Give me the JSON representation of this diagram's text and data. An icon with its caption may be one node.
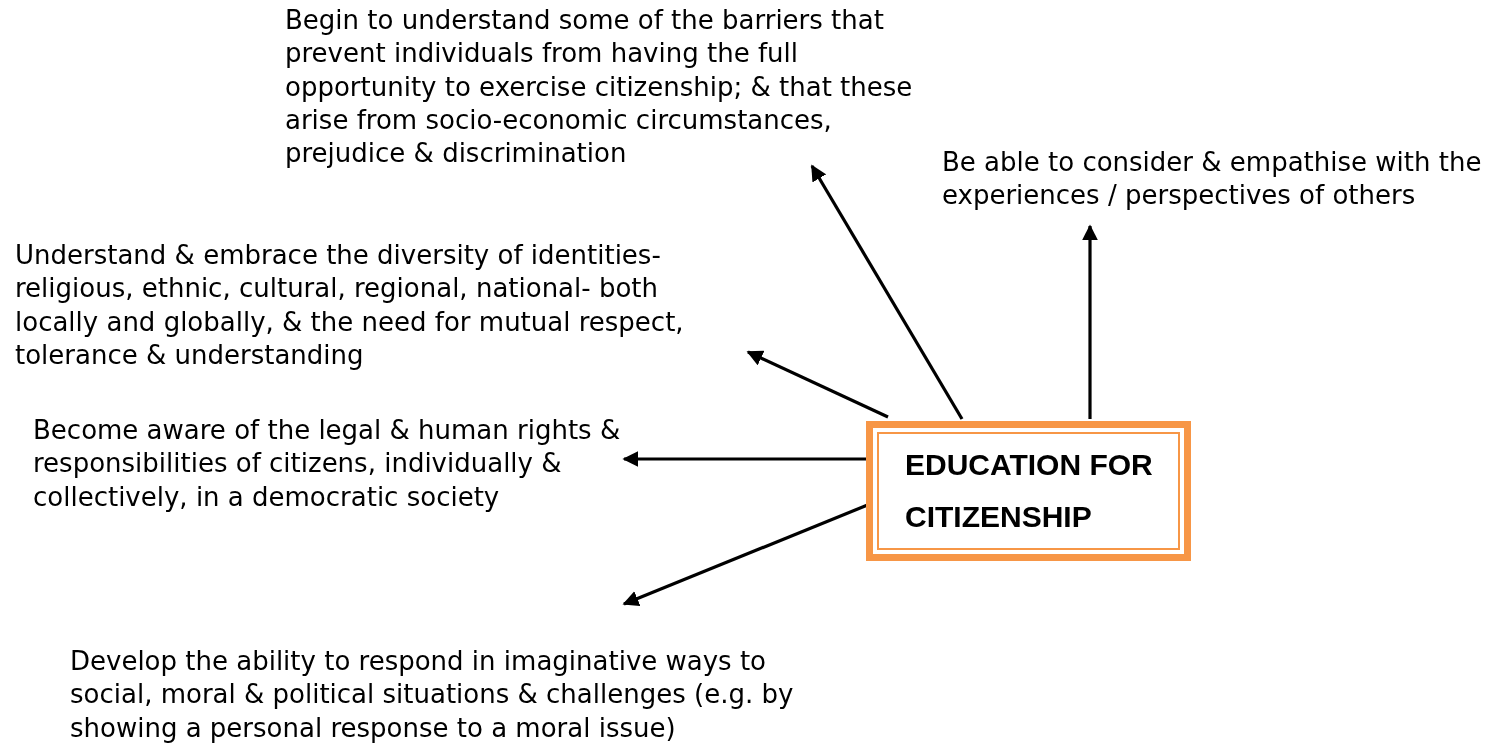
{
  "diagram": {
    "nodes": [
      {
        "text": [
          "EDUCATION FOR CITIZENSHIP"
        ]
      },
      {
        "text": [
          "Begin to understand some of the barriers that prevent individuals from having the full opportunity to exercise citizenship; & that these arise from socio-economic circumstances, prejudice & discrimination"
        ]
      },
      {
        "text": [
          "Be able to consider & empathise with the experiences / perspectives of others"
        ]
      },
      {
        "text": [
          "Understand & embrace the diversity of identities- religious, ethnic, cultural, regional, national- both locally and globally, & the need for mutual respect, tolerance & understanding"
        ]
      },
      {
        "text": [
          "Become aware of the legal & human rights & responsibilities of citizens, individually & collectively, in a democratic society"
        ]
      },
      {
        "text": [
          "Develop the ability to respond in imaginative ways to social, moral & political situations & challenges (e.g. by showing a personal response to a moral issue)"
        ]
      }
    ],
    "edges": [
      {
        "from": 0,
        "to": 1,
        "arrow": "to"
      },
      {
        "from": 0,
        "to": 2,
        "arrow": "to"
      },
      {
        "from": 0,
        "to": 3,
        "arrow": "to"
      },
      {
        "from": 0,
        "to": 4,
        "arrow": "to"
      },
      {
        "from": 0,
        "to": 5,
        "arrow": "to"
      }
    ]
  }
}
